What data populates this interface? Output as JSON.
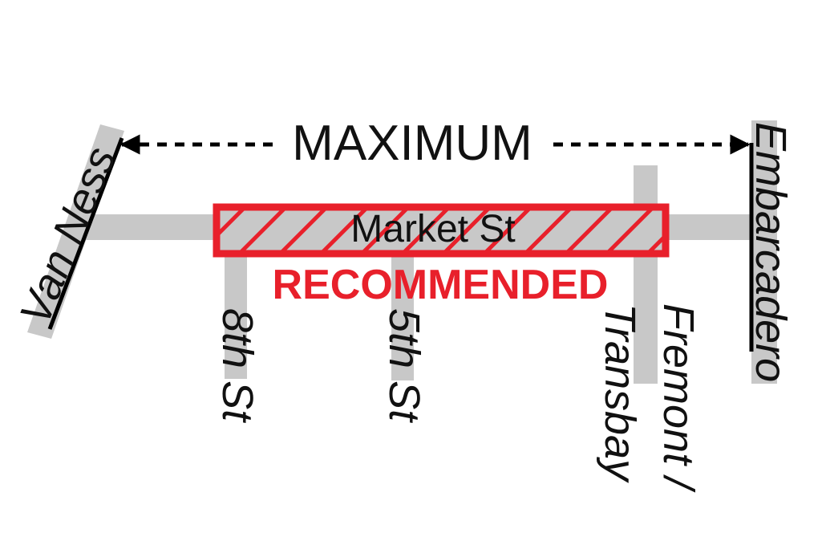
{
  "map": {
    "main_street_label": "Market St",
    "cross_streets": [
      {
        "id": "van-ness",
        "label": "Van Ness"
      },
      {
        "id": "8th-st",
        "label": "8th St"
      },
      {
        "id": "5th-st",
        "label": "5th St"
      },
      {
        "id": "transbay",
        "label": "Transbay"
      },
      {
        "id": "fremont",
        "label": "Fremont /"
      },
      {
        "id": "embarcadero",
        "label": "Embarcadero"
      }
    ],
    "maximum_label": "MAXIMUM",
    "recommended_label": "RECOMMENDED",
    "colors": {
      "road": "#c8c8c8",
      "recommended": "#e8202b",
      "text": "#111111",
      "line": "#000000"
    }
  }
}
